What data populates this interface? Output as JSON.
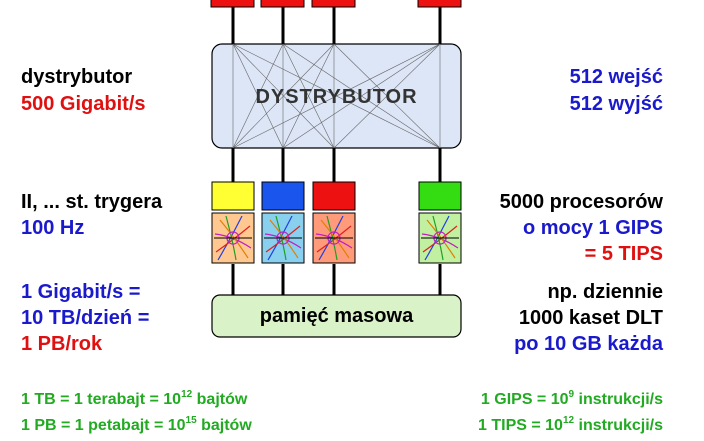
{
  "left_labels": {
    "dist_title": "dystrybutor",
    "dist_rate": "500 Gigabit/s",
    "trigger_title": "II, ... st. trygera",
    "trigger_rate": "100 Hz",
    "storage_1": "1 Gigabit/s =",
    "storage_2": "10 TB/dzień =",
    "storage_3": "1 PB/rok"
  },
  "right_labels": {
    "inputs": "512 wejść",
    "outputs": "512 wyjść",
    "cpu_1": "5000 procesorów",
    "cpu_2": "o mocy  1 GIPS",
    "cpu_3": "= 5 TIPS",
    "tape_1": "np. dziennie",
    "tape_2": "1000 kaset DLT",
    "tape_3": "po 10 GB każda"
  },
  "boxes": {
    "distributor": "DYSTRYBUTOR",
    "storage": "pamięć masowa"
  },
  "footnotes": {
    "tb_prefix": "1 TB = 1 terabajt = 10",
    "tb_exp": "12",
    "tb_suffix": " bajtów",
    "pb_prefix": "1 PB = 1 petabajt = 10",
    "pb_exp": "15",
    "pb_suffix": " bajtów",
    "gips_prefix": "1 GIPS = 10",
    "gips_exp": "9",
    "gips_suffix": " instrukcji/s",
    "tips_prefix": "1 TIPS = 10",
    "tips_exp": "12",
    "tips_suffix": " instrukcji/s"
  },
  "colors": {
    "black": "#000000",
    "blue": "#1a1acc",
    "red": "#e01010",
    "green": "#22aa22",
    "distributor_fill": "#dce6f7",
    "storage_fill": "#d9f2c7",
    "processors": [
      "#ffff33",
      "#1a55ee",
      "#ee1111",
      "#33dd11"
    ],
    "processor_bottoms": [
      "#ffc890",
      "#88d0ee",
      "#ff9a7a",
      "#c0f0a0"
    ]
  }
}
